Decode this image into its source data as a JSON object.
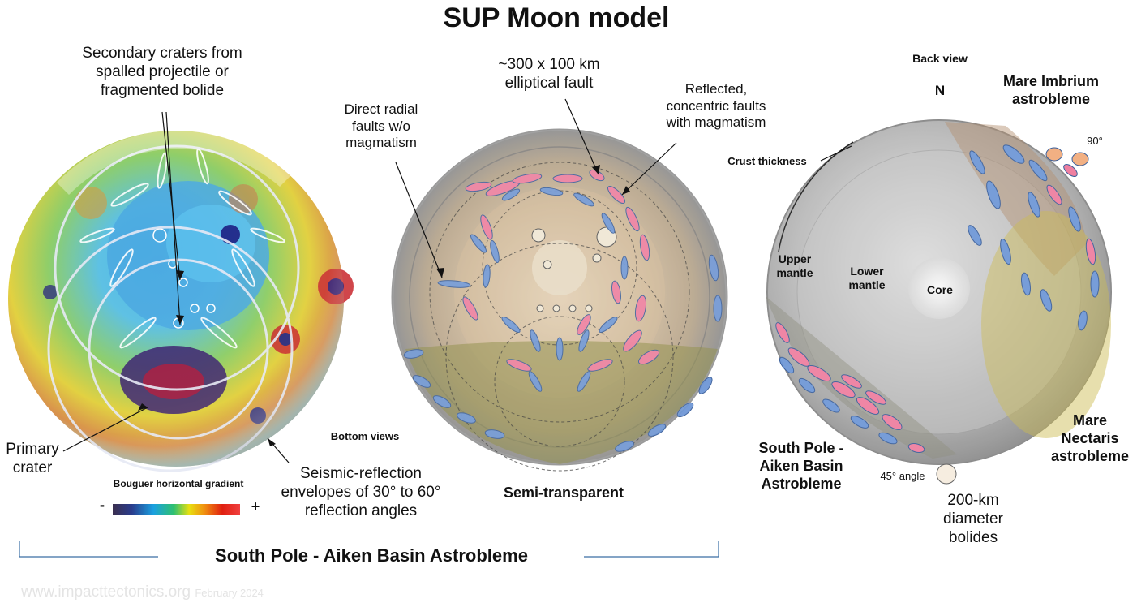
{
  "title": "SUP Moon model",
  "left_panel": {
    "secondary_craters": "Secondary craters from\nspalled projectile or\nfragmented bolide",
    "primary_crater": "Primary\ncrater",
    "seismic_envelopes": "Seismic-reflection\nenvelopes of 30° to 60°\nreflection angles",
    "gradient_title": "Bouguer horizontal gradient",
    "gradient_minus": "-",
    "gradient_plus": "+",
    "gradient_colors": [
      "#3b2f4f",
      "#2a3c8c",
      "#1aa0e0",
      "#2fc070",
      "#e8e010",
      "#f09010",
      "#e02010",
      "#f04040"
    ]
  },
  "middle_panel": {
    "elliptical_fault": "~300 x 100 km\nelliptical fault",
    "direct_radial": "Direct radial\nfaults w/o\nmagmatism",
    "reflected_faults": "Reflected,\nconcentric faults\nwith magmatism",
    "bottom_views": "Bottom views",
    "semi_transparent": "Semi-transparent"
  },
  "right_panel": {
    "back_view": "Back view",
    "north": "N",
    "mare_imbrium": "Mare Imbrium\nastrobleme",
    "angle_90": "90°",
    "crust_thickness": "Crust thickness",
    "upper_mantle": "Upper\nmantle",
    "lower_mantle": "Lower\nmantle",
    "core": "Core",
    "south_pole": "South Pole -\nAiken Basin\nAstrobleme",
    "angle_45": "45° angle",
    "bolides": "200-km\ndiameter\nbolides",
    "mare_nectaris": "Mare\nNectaris\nastrobleme"
  },
  "footer": {
    "bracket_label": "South Pole - Aiken Basin Astrobleme",
    "watermark": "www.impacttectonics.org",
    "watermark_date": "February 2024"
  },
  "colors": {
    "fault_blue": "#6f97d6",
    "fault_pink": "#ef7fa0",
    "bracket": "#3a6ea5"
  }
}
